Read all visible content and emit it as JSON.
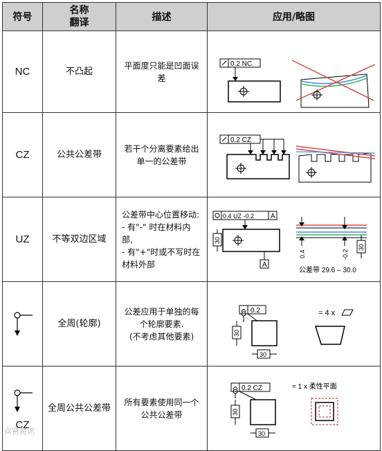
{
  "header": {
    "symbol": "符号",
    "name_l1": "名称",
    "name_l2": "翻译",
    "desc": "描述",
    "app": "应用/略图"
  },
  "rows": [
    {
      "symbol": "NC",
      "name": "不凸起",
      "desc": "平面度只能是凹面误差",
      "callout": "0.2 NC"
    },
    {
      "symbol": "CZ",
      "name": "公共公差带",
      "desc": "若干个分离要素给出单一的公差带",
      "callout": "0.2 CZ"
    },
    {
      "symbol": "UZ",
      "name": "不等双边区域",
      "desc_l1": "公差带中心位置移动:",
      "desc_l2": "- 有\"-\" 时在材料内部,",
      "desc_l3": "- 有\"+\"时或不写时在材料外部",
      "callout": "0.4 UZ -0.2",
      "datum": "A",
      "dim": "30",
      "lbl_a": "0.4",
      "lbl_b": "-0.2",
      "zone_text": "公差带 29.6 – 30.0"
    },
    {
      "symbol": "",
      "name": "全周(轮廓)",
      "desc_l1": "公差应用于单独的每个轮廓要素.",
      "desc_l2": "(不考虑其他要素)",
      "callout": "0.2",
      "dim": "30",
      "eq_text": "= 4 x"
    },
    {
      "symbol": "CZ",
      "name": "全周公共公差带",
      "desc": "所有要素使用同一个公共公差带",
      "callout": "0.2 CZ",
      "dim": "30",
      "eq_text": "= 1 x 柔性平面"
    }
  ],
  "watermark": "众贤资讯"
}
